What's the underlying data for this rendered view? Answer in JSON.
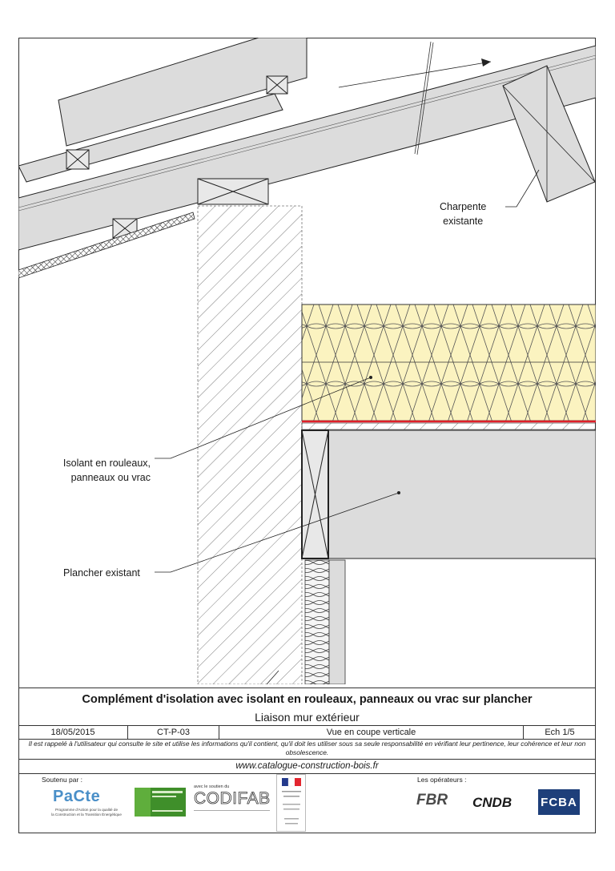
{
  "callouts": {
    "charpente_line1": "Charpente",
    "charpente_line2": "existante",
    "isolant_line1": "Isolant en rouleaux,",
    "isolant_line2": "panneaux ou vrac",
    "plancher": "Plancher existant"
  },
  "title_block": {
    "title": "Complément d'isolation avec isolant en rouleaux, panneaux ou vrac sur plancher",
    "subtitle": "Liaison mur extérieur",
    "date": "18/05/2015",
    "reference": "CT-P-03",
    "view": "Vue en coupe verticale",
    "scale": "Ech 1/5",
    "disclaimer": "Il est rappelé à l'utilisateur qui consulte le site et utilise les informations qu'il contient, qu'il doit les utiliser sous sa seule responsabilité en vérifiant leur pertinence, leur cohérence et leur non obsolescence.",
    "website": "www.catalogue-construction-bois.fr"
  },
  "footer": {
    "supported_by": "Soutenu par :",
    "operators": "Les opérateurs :",
    "pacte_logo": "PaCte",
    "pacte_line1": "Programme d'Action pour la qualité de",
    "pacte_line2": "la Construction et la Transition Énergétique",
    "codifab_intro": "avec le soutien du",
    "codifab_logo": "CODIFAB",
    "fbr_logo": "FBR",
    "cndb_logo": "CNDB",
    "fcba_logo": "FCBA"
  },
  "colors": {
    "insulation": "#fbf3c0",
    "membrane": "#e0202a",
    "structure_grey": "#dcdcdc",
    "line": "#1a1a1a"
  }
}
